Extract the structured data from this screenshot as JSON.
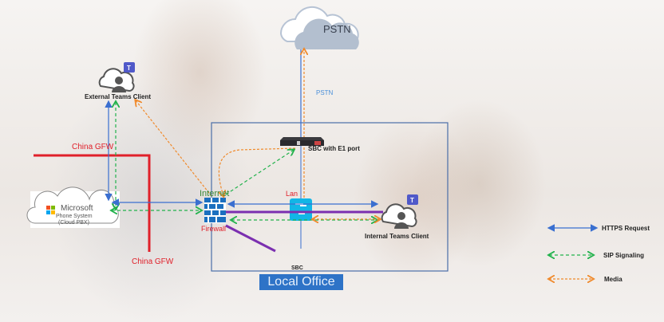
{
  "nodes": {
    "pstn_cloud": {
      "label": "PSTN"
    },
    "pstn_link": {
      "label": "PSTN"
    },
    "external_client": {
      "label": "External Teams Client"
    },
    "microsoft_cloud": {
      "brand": "Microsoft",
      "line1": "Phone System",
      "line2": "(Cloud PBX)"
    },
    "firewall": {
      "top_label": "Internet",
      "bottom_label": "Firewall"
    },
    "sbc": {
      "label": "SBC with E1 port"
    },
    "lan_switch": {
      "label": "Lan"
    },
    "internal_client": {
      "label": "Internal Teams Client"
    },
    "sbc_bottom": {
      "label": "SBC"
    },
    "local_office": {
      "label": "Local Office"
    },
    "gfw_top": {
      "label": "China GFW"
    },
    "gfw_bottom": {
      "label": "China GFW"
    }
  },
  "legend": {
    "items": [
      {
        "label": "HTTPS Request",
        "style": "solid",
        "color": "#3a6fd0"
      },
      {
        "label": "SIP Signaling",
        "style": "dashed",
        "color": "#22b24c"
      },
      {
        "label": "Media",
        "style": "dashed",
        "color": "#f08a2c"
      }
    ]
  },
  "colors": {
    "https": "#3a6fd0",
    "sip": "#22b24c",
    "media": "#f08a2c",
    "gfw": "#e0202a",
    "lan_link": "#7b2fb0",
    "office_border": "#4a6ea8",
    "teams": "#5059c9"
  }
}
